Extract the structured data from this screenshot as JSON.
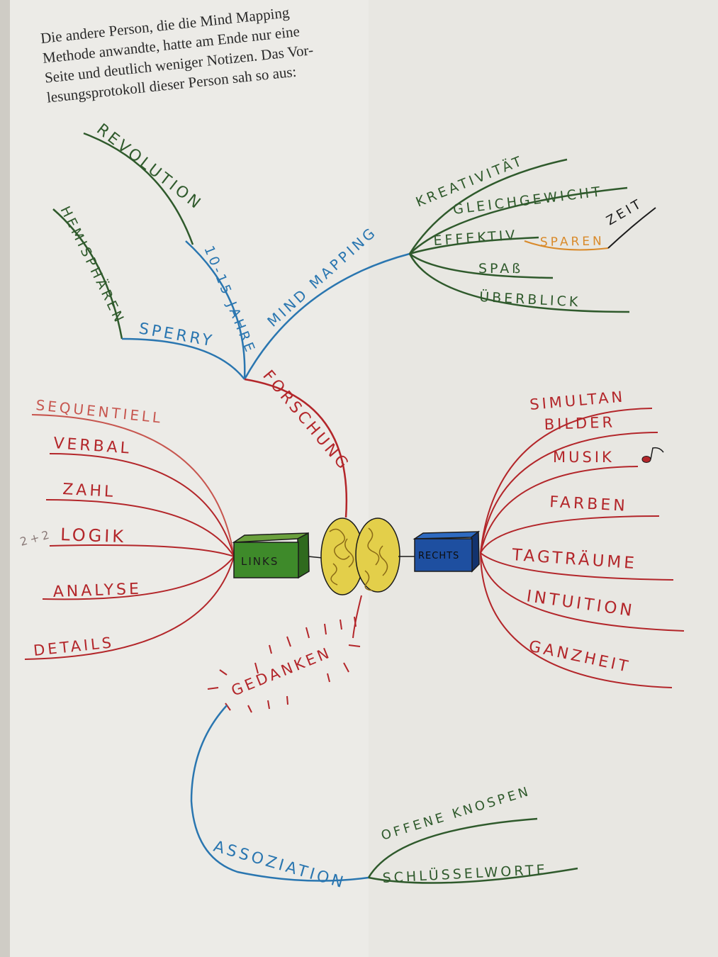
{
  "paragraph": {
    "line1": "Die andere Person, die die Mind Mapping",
    "line2": "Methode anwandte, hatte am Ende nur eine",
    "line3": "Seite und deutlich weniger Notizen. Das Vor-",
    "line4": "lesungsprotokoll dieser Person sah so aus:"
  },
  "mindmap": {
    "top": {
      "revolution": "REVOLUTION",
      "hemisphaeren": "HEMISPHÄREN",
      "jahre": "10-15 JAHRE",
      "sperry": "SPERRY",
      "mind_mapping": "MIND MAPPING",
      "forschung": "FORSCHUNG"
    },
    "mind_mapping_branches": {
      "kreativitaet": "KREATIVITÄT",
      "gleichgewicht": "GLEICHGEWICHT",
      "effektiv": "EFFEKTIV",
      "sparen": "SPAREN",
      "zeit": "ZEIT",
      "spass": "SPAß",
      "ueberblick": "ÜBERBLICK"
    },
    "left": {
      "box": "LINKS",
      "sequentiell": "SEQUENTIELL",
      "verbal": "VERBAL",
      "zahl": "ZAHL",
      "math": "2+2",
      "logik": "LOGIK",
      "analyse": "ANALYSE",
      "details": "DETAILS"
    },
    "right": {
      "box": "RECHTS",
      "simultan": "SIMULTAN",
      "bilder": "BILDER",
      "musik": "MUSIK",
      "farben": "FARBEN",
      "tagtraeume": "TAGTRÄUME",
      "intuition": "INTUITION",
      "ganzheit": "GANZHEIT"
    },
    "bottom": {
      "gedanken": "GEDANKEN",
      "assoziation": "ASSOZIATION",
      "offene_knospen": "OFFENE KNOSPEN",
      "schluesselworte": "SCHLÜSSELWORTE"
    }
  },
  "colors": {
    "green": "#2f5a2c",
    "blue": "#2a76b0",
    "red": "#b3262a",
    "pink": "#c7564f",
    "orange": "#d98a2a",
    "brain": "#e3cf4a",
    "box_green": "#3e8a2a",
    "box_blue": "#1e4fa0"
  }
}
